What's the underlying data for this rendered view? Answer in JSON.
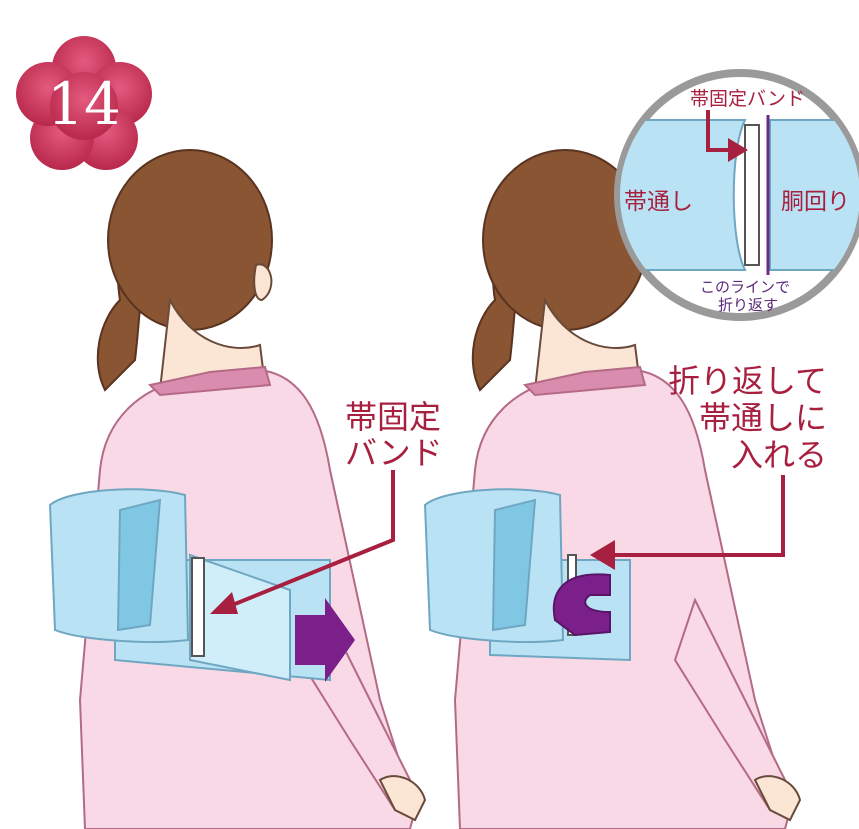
{
  "step": {
    "number": "14"
  },
  "left_panel": {
    "label_line1": "帯固定",
    "label_line2": "バンド"
  },
  "right_panel": {
    "label_line1": "折り返して",
    "label_line2": "帯通しに",
    "label_line3": "入れる"
  },
  "inset": {
    "top_label": "帯固定バンド",
    "left_label": "帯通し",
    "right_label": "胴回り",
    "fold_note_line1": "このラインで",
    "fold_note_line2": "折り返す"
  },
  "colors": {
    "accent": "#a8203f",
    "kimono": "#f9d9e5",
    "obi": "#b9e3f5",
    "hair": "#8a5533",
    "arrow": "#7b1f8a",
    "inset_ring": "#9a9a9a"
  }
}
